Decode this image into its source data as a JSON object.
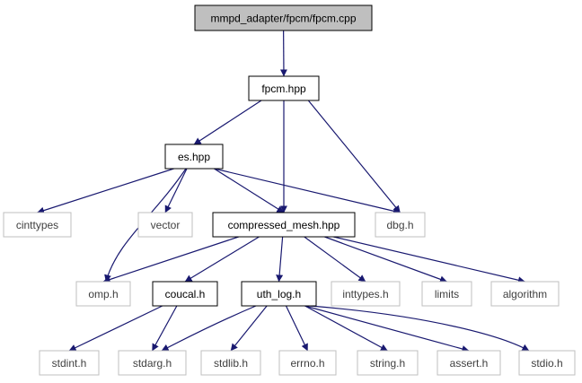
{
  "colors": {
    "edge": "#191970",
    "root_fill": "#bfbfbf",
    "documented_border": "#000000",
    "external_border": "#bfbfbf",
    "documented_text": "#000000",
    "external_text": "#3f3f3f"
  },
  "nodes": {
    "fpcm_cpp": {
      "label": "mmpd_adapter/fpcm/fpcm.cpp",
      "kind": "root"
    },
    "fpcm_hpp": {
      "label": "fpcm.hpp",
      "kind": "documented"
    },
    "es_hpp": {
      "label": "es.hpp",
      "kind": "documented"
    },
    "cinttypes": {
      "label": "cinttypes",
      "kind": "external"
    },
    "vector": {
      "label": "vector",
      "kind": "external"
    },
    "compressed_mesh_hpp": {
      "label": "compressed_mesh.hpp",
      "kind": "documented"
    },
    "dbg_h": {
      "label": "dbg.h",
      "kind": "external"
    },
    "omp_h": {
      "label": "omp.h",
      "kind": "external"
    },
    "coucal_h": {
      "label": "coucal.h",
      "kind": "documented"
    },
    "uth_log_h": {
      "label": "uth_log.h",
      "kind": "documented"
    },
    "inttypes_h": {
      "label": "inttypes.h",
      "kind": "external"
    },
    "limits": {
      "label": "limits",
      "kind": "external"
    },
    "algorithm": {
      "label": "algorithm",
      "kind": "external"
    },
    "stdint_h": {
      "label": "stdint.h",
      "kind": "external"
    },
    "stdarg_h": {
      "label": "stdarg.h",
      "kind": "external"
    },
    "stdlib_h": {
      "label": "stdlib.h",
      "kind": "external"
    },
    "errno_h": {
      "label": "errno.h",
      "kind": "external"
    },
    "string_h": {
      "label": "string.h",
      "kind": "external"
    },
    "assert_h": {
      "label": "assert.h",
      "kind": "external"
    },
    "stdio_h": {
      "label": "stdio.h",
      "kind": "external"
    }
  },
  "edges": [
    [
      "fpcm_cpp",
      "fpcm_hpp"
    ],
    [
      "fpcm_hpp",
      "es_hpp"
    ],
    [
      "fpcm_hpp",
      "compressed_mesh_hpp"
    ],
    [
      "fpcm_hpp",
      "dbg_h"
    ],
    [
      "es_hpp",
      "cinttypes"
    ],
    [
      "es_hpp",
      "vector"
    ],
    [
      "es_hpp",
      "compressed_mesh_hpp"
    ],
    [
      "es_hpp",
      "dbg_h"
    ],
    [
      "es_hpp",
      "omp_h"
    ],
    [
      "compressed_mesh_hpp",
      "omp_h"
    ],
    [
      "compressed_mesh_hpp",
      "coucal_h"
    ],
    [
      "compressed_mesh_hpp",
      "uth_log_h"
    ],
    [
      "compressed_mesh_hpp",
      "inttypes_h"
    ],
    [
      "compressed_mesh_hpp",
      "limits"
    ],
    [
      "compressed_mesh_hpp",
      "algorithm"
    ],
    [
      "coucal_h",
      "stdint_h"
    ],
    [
      "coucal_h",
      "stdarg_h"
    ],
    [
      "uth_log_h",
      "stdarg_h"
    ],
    [
      "uth_log_h",
      "stdlib_h"
    ],
    [
      "uth_log_h",
      "errno_h"
    ],
    [
      "uth_log_h",
      "string_h"
    ],
    [
      "uth_log_h",
      "assert_h"
    ],
    [
      "uth_log_h",
      "stdio_h"
    ]
  ]
}
